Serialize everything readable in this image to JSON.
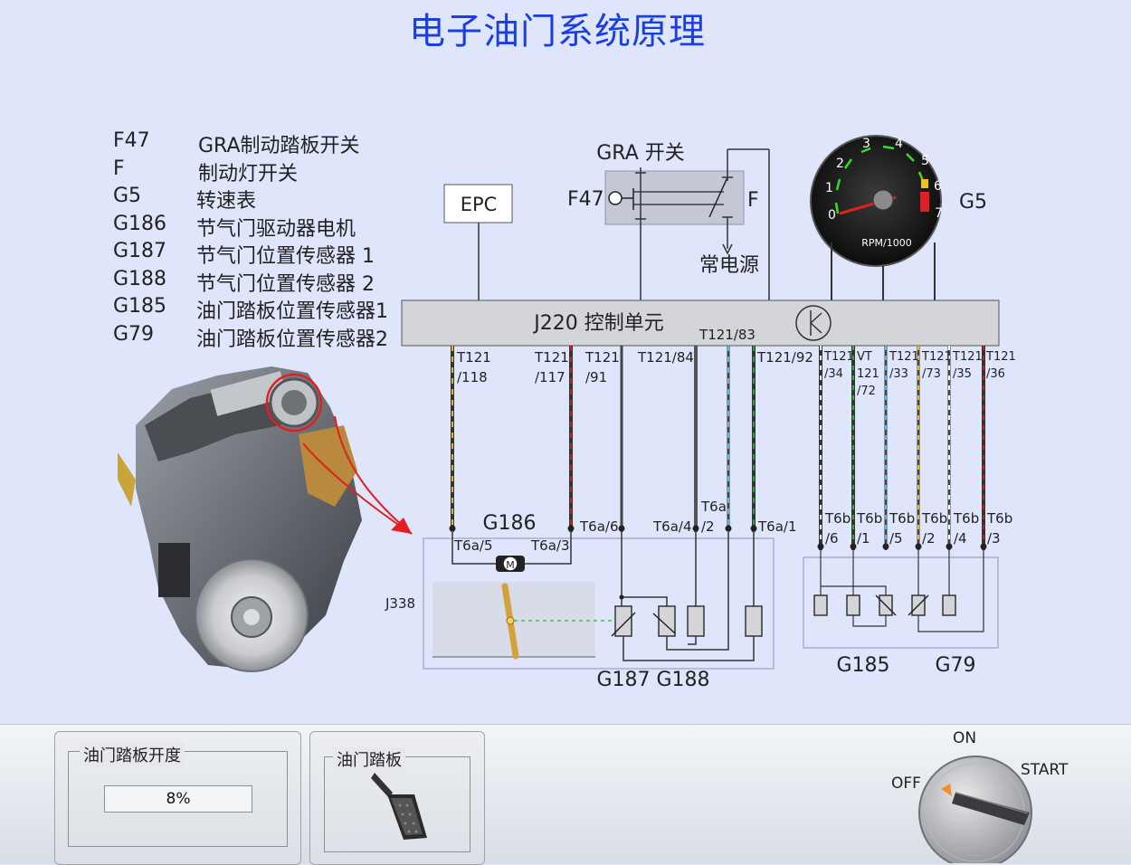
{
  "title": "电子油门系统原理",
  "legend": [
    {
      "code": "F47",
      "desc": "GRA制动踏板开关"
    },
    {
      "code": "F",
      "desc": "制动灯开关"
    },
    {
      "code": "G5",
      "desc": "转速表"
    },
    {
      "code": "G186",
      "desc": "节气门驱动器电机"
    },
    {
      "code": "G187",
      "desc": "节气门位置传感器 1"
    },
    {
      "code": "G188",
      "desc": "节气门位置传感器 2"
    },
    {
      "code": "G185",
      "desc": "油门踏板位置传感器1"
    },
    {
      "code": "G79",
      "desc": "油门踏板位置传感器2"
    }
  ],
  "diagram": {
    "epc": "EPC",
    "gra_switch": "GRA 开关",
    "f47": "F47",
    "f": "F",
    "constant_power": "常电源",
    "g5": "G5",
    "tach_unit": "RPM/1000",
    "tach_numbers": [
      "0",
      "1",
      "2",
      "3",
      "4",
      "5",
      "6",
      "7"
    ],
    "ecu": "J220 控制单元",
    "t121_83": "T121/83",
    "pins_left": [
      {
        "a": "T121",
        "b": "/118"
      },
      {
        "a": "T121",
        "b": "/117"
      },
      {
        "a": "T121",
        "b": "/91"
      }
    ],
    "t121_84": "T121/84",
    "t121_92": "T121/92",
    "pins_right": [
      {
        "a": "T121",
        "b": "/34"
      },
      {
        "a": "VT",
        "b": "121",
        "c": "/72"
      },
      {
        "a": "T121",
        "b": "/33"
      },
      {
        "a": "T121",
        "b": "/73"
      },
      {
        "a": "T121",
        "b": "/35"
      },
      {
        "a": "T121",
        "b": "/36"
      }
    ],
    "g186": "G186",
    "t6a_5": "T6a/5",
    "t6a_3": "T6a/3",
    "t6a_6": "T6a/6",
    "t6a_4": "T6a/4",
    "t6a_2a": "T6a",
    "t6a_2b": "/2",
    "t6a_1": "T6a/1",
    "motor": "M",
    "j338": "J338",
    "g187_g188": "G187 G188",
    "t6b": [
      {
        "a": "T6b",
        "b": "/6"
      },
      {
        "a": "T6b",
        "b": "/1"
      },
      {
        "a": "T6b",
        "b": "/5"
      },
      {
        "a": "T6b",
        "b": "/2"
      },
      {
        "a": "T6b",
        "b": "/4"
      },
      {
        "a": "T6b",
        "b": "/3"
      }
    ],
    "g185": "G185",
    "g79": "G79"
  },
  "controls": {
    "pedal_opening_label": "油门踏板开度",
    "pedal_opening_value": "8%",
    "pedal_label": "油门踏板",
    "key_on": "ON",
    "key_off": "OFF",
    "key_start": "START"
  }
}
